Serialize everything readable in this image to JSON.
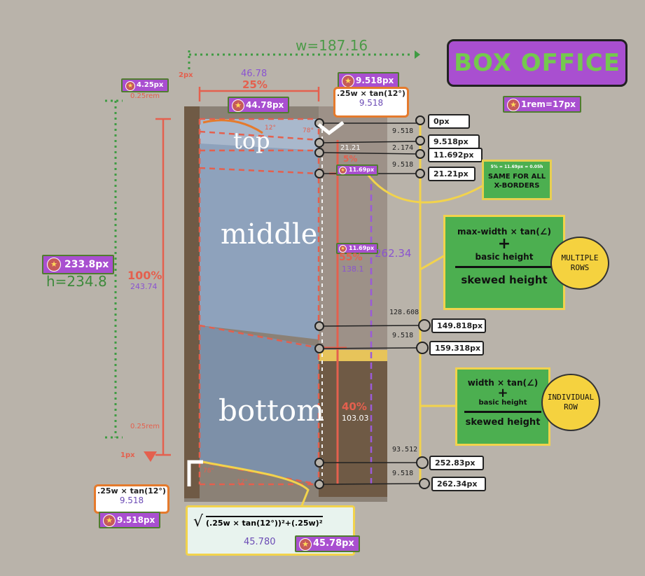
{
  "title": "BOX OFFICE",
  "rem_badge": "1rem=17px",
  "width_label": "w=187.16",
  "height_label": "h=234.8",
  "height_badge": "233.8px",
  "top_gap": "2px",
  "rem_top_badge": "4.25px",
  "rem_top_label": "0.25rem",
  "rem_bottom_label": "0.25rem",
  "bottom_gap": "1px",
  "col_width": {
    "value": "46.78",
    "percent": "25%",
    "badge": "44.78px"
  },
  "top_formula": {
    "formula": ".25w × tan(12°)",
    "value": "9.518",
    "badge": "9.518px"
  },
  "bottom_formula": {
    "formula": ".25w × tan(12°)",
    "value": "9.518",
    "badge": "9.518px"
  },
  "hyp": {
    "formula": "(.25w × tan(12°))²+(.25w)²",
    "value": "45.780",
    "badge": "45.78px"
  },
  "height_pct": {
    "percent": "100%",
    "value": "243.74"
  },
  "angles": {
    "top": "12°",
    "right": "78°",
    "bottom_right": "12°",
    "bottom_left": "78°"
  },
  "sections": {
    "top": "top",
    "middle": "middle",
    "bottom": "bottom"
  },
  "top_mid": {
    "value": "21.21",
    "pct": "5%",
    "badge": "11.69px"
  },
  "middle_pct": {
    "badge": "11.69px",
    "percent": "55%",
    "value": "138.1"
  },
  "purple_total": "262.34",
  "bottom_pct": {
    "percent": "40%",
    "value": "103.03"
  },
  "markers": [
    {
      "callout": "0px",
      "delta": "9.518"
    },
    {
      "callout": "9.518px",
      "delta": "2.174"
    },
    {
      "callout": "11.692px",
      "delta": "9.518"
    },
    {
      "callout": "21.21px",
      "delta": "128.608"
    },
    {
      "callout": "149.818px",
      "delta": "9.518"
    },
    {
      "callout": "159.318px",
      "delta": "93.512"
    },
    {
      "callout": "252.83px",
      "delta": "9.518"
    },
    {
      "callout": "262.34px",
      "delta": ""
    }
  ],
  "same_note": {
    "small": "5% = 11.69px = 0.05h",
    "text": "SAME FOR ALL X-BORDERS"
  },
  "multi": {
    "line1": "max-width × tan(∠)",
    "plus": "+",
    "line2": "basic height",
    "line3": "skewed height",
    "circle": "MULTIPLE ROWS"
  },
  "indiv": {
    "line1": "width × tan(∠)",
    "plus": "+",
    "line2": "basic height",
    "line3": "skewed height",
    "circle": "INDIVIDUAL ROW"
  },
  "colors": {
    "bg": "#b9b3aa",
    "purple": "#a94fd0",
    "green": "#4caf50",
    "yellow": "#f5d23f",
    "red": "#e4604e",
    "orange": "#e57a2c"
  }
}
